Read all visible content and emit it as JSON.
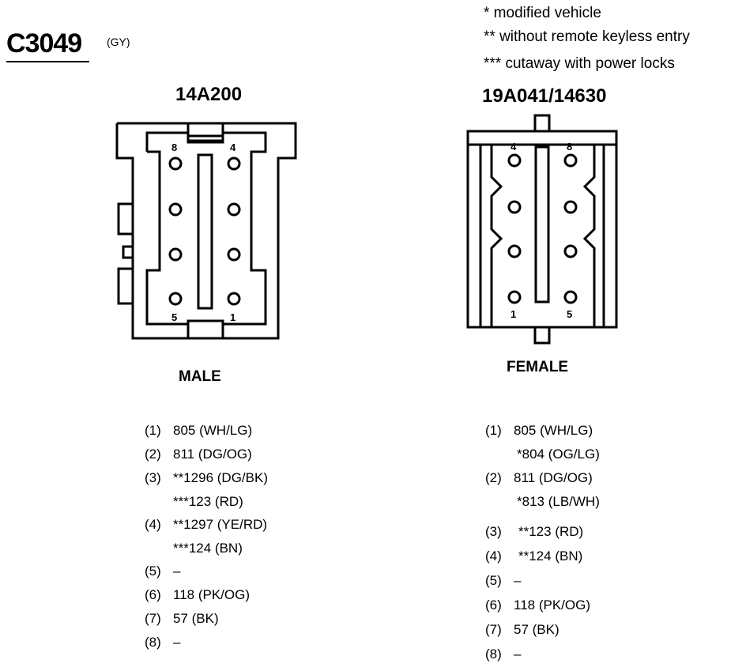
{
  "header": {
    "connector_id": "C3049",
    "color_code": "(GY)"
  },
  "notes": [
    "*  modified vehicle",
    "** without remote keyless entry",
    "*** cutaway with power locks"
  ],
  "left_connector": {
    "part_number": "14A200",
    "gender": "MALE",
    "pin_labels": {
      "top_left": "8",
      "top_right": "4",
      "bottom_left": "5",
      "bottom_right": "1"
    },
    "pins": [
      {
        "num": "(1)",
        "wire": "805 (WH/LG)"
      },
      {
        "num": "(2)",
        "wire": "811 (DG/OG)"
      },
      {
        "num": "(3)",
        "wire": "**1296 (DG/BK)"
      },
      {
        "num": "",
        "wire": "***123 (RD)"
      },
      {
        "num": "(4)",
        "wire": "**1297 (YE/RD)"
      },
      {
        "num": "",
        "wire": "***124 (BN)"
      },
      {
        "num": "(5)",
        "wire": "–"
      },
      {
        "num": "(6)",
        "wire": "118 (PK/OG)"
      },
      {
        "num": "(7)",
        "wire": "57 (BK)"
      },
      {
        "num": "(8)",
        "wire": "–"
      }
    ]
  },
  "right_connector": {
    "part_number": "19A041/14630",
    "gender": "FEMALE",
    "pin_labels": {
      "top_left": "4",
      "top_right": "8",
      "bottom_left": "1",
      "bottom_right": "5"
    },
    "pins": [
      {
        "num": "(1)",
        "wire": "805 (WH/LG)"
      },
      {
        "num": "",
        "wire": "*804 (OG/LG)"
      },
      {
        "num": "(2)",
        "wire": "811 (DG/OG)"
      },
      {
        "num": "",
        "wire": "*813 (LB/WH)"
      },
      {
        "num": "(3)",
        "wire": "**123 (RD)"
      },
      {
        "num": "(4)",
        "wire": "**124 (BN)"
      },
      {
        "num": "(5)",
        "wire": "–"
      },
      {
        "num": "(6)",
        "wire": "118 (PK/OG)"
      },
      {
        "num": "(7)",
        "wire": "57 (BK)"
      },
      {
        "num": "(8)",
        "wire": "–"
      }
    ]
  }
}
